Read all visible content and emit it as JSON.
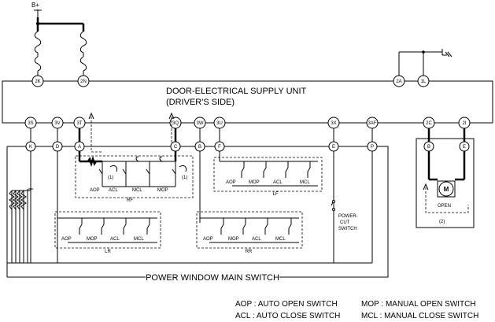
{
  "supply": {
    "battery_label": "B+",
    "title_line1": "DOOR-ELECTRICAL SUPPLY UNIT",
    "title_line2": "(DRIVER'S SIDE)",
    "top_terminals": [
      "2K",
      "2N",
      "2A",
      "1L"
    ],
    "bottom_terminals": [
      "3S",
      "3V",
      "3T",
      "3Q",
      "3W",
      "3U",
      "3X",
      "3AF",
      "2C",
      "2I"
    ]
  },
  "main_switch": {
    "label": "POWER WINDOW MAIN SWITCH",
    "connectors": [
      "K",
      "D",
      "A",
      "C",
      "B",
      "F",
      "E",
      "P"
    ],
    "groups": {
      "rf": {
        "name": "RF",
        "switches": [
          "AOP",
          "ACL",
          "MCL",
          "MOP"
        ],
        "note": "(1)"
      },
      "lf": {
        "name": "LF",
        "switches": [
          "AOP",
          "MOP",
          "ACL",
          "MCL"
        ]
      },
      "lr": {
        "name": "LR",
        "switches": [
          "AOP",
          "MOP",
          "ACL",
          "MCL"
        ]
      },
      "rr": {
        "name": "RR",
        "switches": [
          "AOP",
          "MOP",
          "ACL",
          "MCL"
        ]
      }
    },
    "power_cut_switch": [
      "POWER-",
      "CUT",
      "SWITCH"
    ]
  },
  "motor": {
    "connectors": [
      "B",
      "E"
    ],
    "symbol": "M",
    "label": "OPEN",
    "note": "(2)"
  },
  "legend": [
    {
      "abbr": "AOP",
      "desc": "AUTO OPEN SWITCH"
    },
    {
      "abbr": "MOP",
      "desc": "MANUAL OPEN SWITCH"
    },
    {
      "abbr": "ACL",
      "desc": "AUTO CLOSE SWITCH"
    },
    {
      "abbr": "MCL",
      "desc": "MANUAL CLOSE SWITCH"
    }
  ]
}
